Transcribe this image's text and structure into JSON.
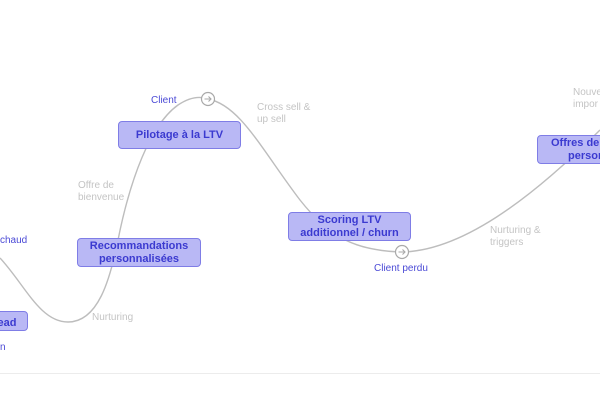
{
  "boxes": {
    "lead": "ead",
    "reco_line1": "Recommandations",
    "reco_line2": "personnalisées",
    "pilotage": "Pilotage à la LTV",
    "scoring_line1": "Scoring LTV",
    "scoring_line2": "additionnel / churn",
    "offres_line1": "Offres de r",
    "offres_line2": "person"
  },
  "labels": {
    "chaud": "chaud",
    "n": "n",
    "nurturing": "Nurturing",
    "offre_line1": "Offre de",
    "offre_line2": "bienvenue",
    "client": "Client",
    "cross_line1": "Cross sell &",
    "cross_line2": "up sell",
    "client_perdu": "Client perdu",
    "nurt_trig_line1": "Nurturing &",
    "nurt_trig_line2": "triggers",
    "nouv_line1": "Nouve",
    "nouv_line2": "impor"
  },
  "colors": {
    "box_fill": "#b9b8f5",
    "box_border": "#7f7de6",
    "box_text": "#3b3ad0",
    "curve": "#bdbdbd",
    "label_blue": "#4b4ad6",
    "label_grey": "#c4c4c4"
  },
  "icons": {
    "client_marker": "arrow-right-circle-icon",
    "client_perdu_marker": "arrow-right-circle-icon"
  }
}
